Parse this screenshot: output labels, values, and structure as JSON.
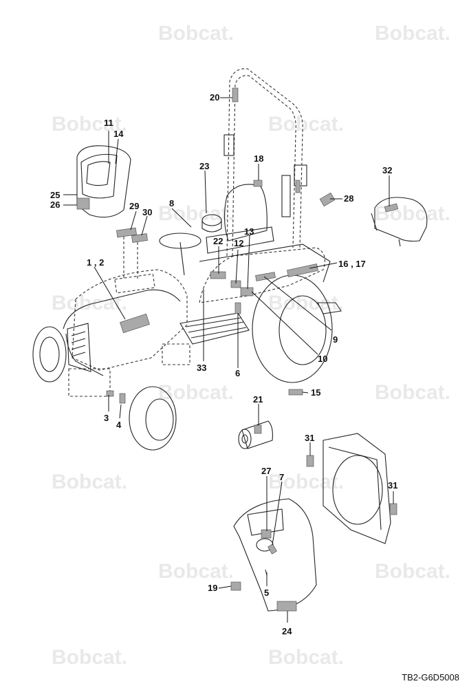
{
  "watermark": {
    "brand": "Bobcat."
  },
  "reference_code": "TB2-G6D5008",
  "callouts": [
    {
      "id": "c-1-2",
      "text": "1 , 2"
    },
    {
      "id": "c-3",
      "text": "3"
    },
    {
      "id": "c-4",
      "text": "4"
    },
    {
      "id": "c-5",
      "text": "5"
    },
    {
      "id": "c-6",
      "text": "6"
    },
    {
      "id": "c-7",
      "text": "7"
    },
    {
      "id": "c-8",
      "text": "8"
    },
    {
      "id": "c-9",
      "text": "9"
    },
    {
      "id": "c-10",
      "text": "10"
    },
    {
      "id": "c-11",
      "text": "11"
    },
    {
      "id": "c-12",
      "text": "12"
    },
    {
      "id": "c-13",
      "text": "13"
    },
    {
      "id": "c-14",
      "text": "14"
    },
    {
      "id": "c-15",
      "text": "15"
    },
    {
      "id": "c-16-17",
      "text": "16 , 17"
    },
    {
      "id": "c-18",
      "text": "18"
    },
    {
      "id": "c-19",
      "text": "19"
    },
    {
      "id": "c-20",
      "text": "20"
    },
    {
      "id": "c-21",
      "text": "21"
    },
    {
      "id": "c-22",
      "text": "22"
    },
    {
      "id": "c-23",
      "text": "23"
    },
    {
      "id": "c-24",
      "text": "24"
    },
    {
      "id": "c-25",
      "text": "25"
    },
    {
      "id": "c-26",
      "text": "26"
    },
    {
      "id": "c-27",
      "text": "27"
    },
    {
      "id": "c-28",
      "text": "28"
    },
    {
      "id": "c-29",
      "text": "29"
    },
    {
      "id": "c-30",
      "text": "30"
    },
    {
      "id": "c-31a",
      "text": "31"
    },
    {
      "id": "c-31b",
      "text": "31"
    },
    {
      "id": "c-32",
      "text": "32"
    },
    {
      "id": "c-33",
      "text": "33"
    }
  ]
}
